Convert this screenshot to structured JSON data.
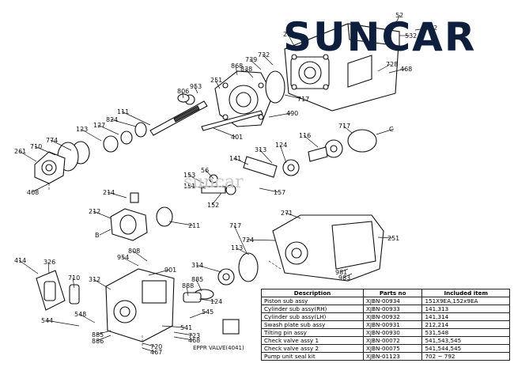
{
  "logo": {
    "text": "SUNCAR",
    "color": "#0d1f3c"
  },
  "watermark": {
    "text": "suncar"
  },
  "callouts": [
    "21",
    "52",
    "702",
    "532",
    "732",
    "739",
    "838",
    "868",
    "728",
    "468",
    "251",
    "953",
    "806",
    "717",
    "111",
    "490",
    "824",
    "127",
    "123",
    "774",
    "261",
    "710",
    "408",
    "401",
    "717",
    "C",
    "116",
    "124",
    "313",
    "141",
    "56",
    "153",
    "151",
    "157",
    "152",
    "214",
    "212",
    "B",
    "211",
    "271",
    "724",
    "251",
    "113",
    "717",
    "414",
    "326",
    "808",
    "954",
    "901",
    "314",
    "885",
    "710",
    "312",
    "888",
    "124",
    "981",
    "983",
    "548",
    "544",
    "541",
    "545",
    "886",
    "885",
    "720",
    "467",
    "723",
    "468"
  ],
  "eppr_label": "EPPR VALVE(4041)",
  "table": {
    "headers": [
      "Description",
      "Parts no",
      "Included item"
    ],
    "rows": [
      [
        "Piston sub assy",
        "XJBN-00934",
        "151X9EA,152x9EA"
      ],
      [
        "Cylinder sub assy(RH)",
        "XJBN-00933",
        "141,313"
      ],
      [
        "Cylinder sub assy(LH)",
        "XJBN-00932",
        "141,314"
      ],
      [
        "Swash plate sub assy",
        "XJBN-00931",
        "212,214"
      ],
      [
        "Tilting pin assy",
        "XJBN-00930",
        "531,548"
      ],
      [
        "Check valve assy 1",
        "XJBN-00072",
        "541,543,545"
      ],
      [
        "Check valve assy 2",
        "XJBN-00075",
        "541,544,545"
      ],
      [
        "Pump unit seal kit",
        "XJBN-01123",
        "702 ~ 792"
      ]
    ]
  }
}
